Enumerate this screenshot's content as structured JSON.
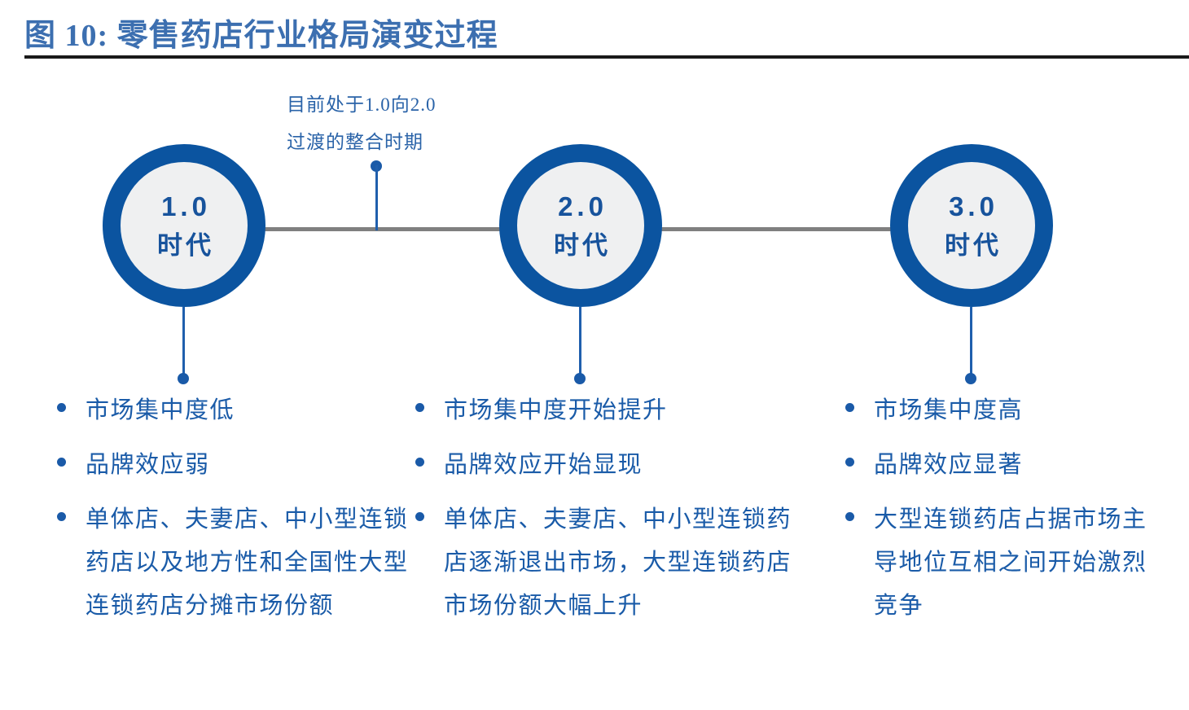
{
  "title": "图 10: 零售药店行业格局演变过程",
  "annotation": {
    "line1": "目前处于1.0向2.0",
    "line2": "过渡的整合时期"
  },
  "eras": [
    {
      "number": "1.0",
      "label": "时代"
    },
    {
      "number": "2.0",
      "label": "时代"
    },
    {
      "number": "3.0",
      "label": "时代"
    }
  ],
  "columns": [
    {
      "bullets": [
        "市场集中度低",
        "品牌效应弱",
        "单体店、夫妻店、中小型连锁药店以及地方性和全国性大型连锁药店分摊市场份额"
      ]
    },
    {
      "bullets": [
        "市场集中度开始提升",
        "品牌效应开始显现",
        "单体店、夫妻店、中小型连锁药店逐渐退出市场，大型连锁药店市场份额大幅上升"
      ]
    },
    {
      "bullets": [
        "市场集中度高",
        "品牌效应显著",
        "大型连锁药店占据市场主导地位互相之间开始激烈竞争"
      ]
    }
  ],
  "colors": {
    "ring": "#0b54a0",
    "ring_fill": "#eff0f1",
    "text_blue": "#1a5ba8",
    "title_blue": "#3c6fb0",
    "connector_gray": "#808080",
    "rule_dark": "#1a1a1a"
  }
}
